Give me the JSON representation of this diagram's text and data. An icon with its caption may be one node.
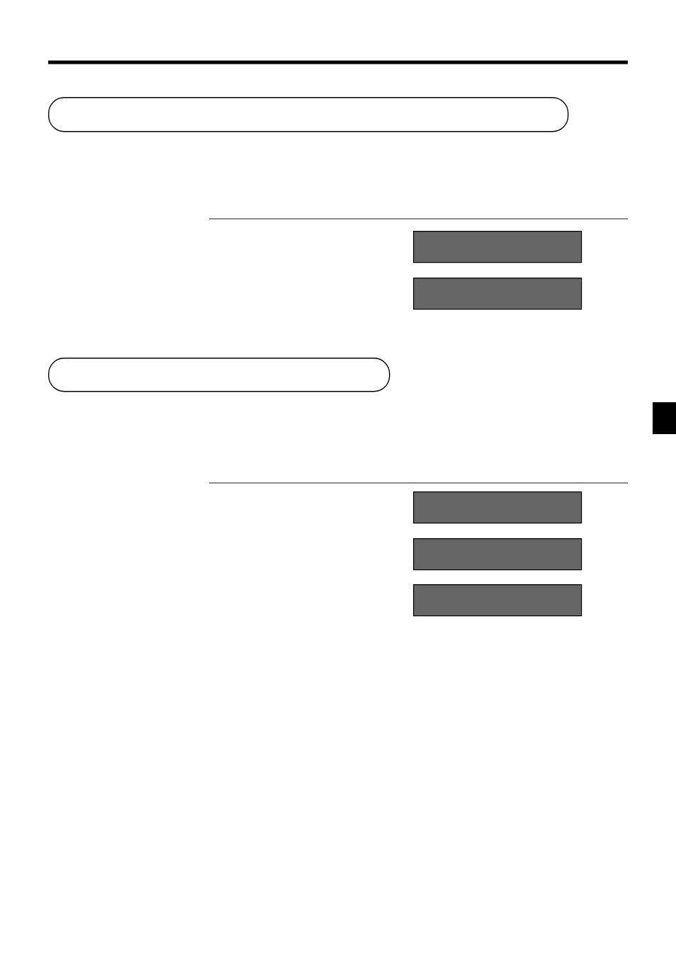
{
  "diagram": {
    "nodes": [
      {
        "text": [],
        "shape": "box"
      },
      {
        "text": [],
        "shape": "bar"
      },
      {
        "text": [],
        "shape": "bar"
      },
      {
        "text": [],
        "shape": "box"
      },
      {
        "text": [],
        "shape": "bar"
      },
      {
        "text": [],
        "shape": "bar"
      },
      {
        "text": [],
        "shape": "bar"
      }
    ]
  }
}
